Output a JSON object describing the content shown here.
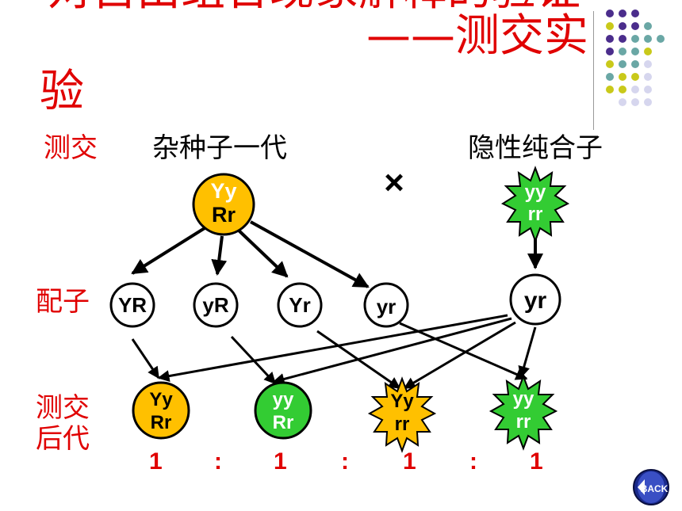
{
  "title": {
    "top_partial": "对自由组合现象解释的验证",
    "line1": "——测交实",
    "line2": "验"
  },
  "labels": {
    "testcross": "测交",
    "hybrid_f1": "杂种子一代",
    "recessive_pure": "隐性纯合子",
    "cross_symbol": "×",
    "gametes": "配子",
    "offspring": "测交\n后代"
  },
  "parents": {
    "f1": {
      "line1": "Yy",
      "line2": "Rr",
      "color": "#ffc000"
    },
    "recessive": {
      "line1": "yy",
      "line2": "rr",
      "color": "#33cc33"
    }
  },
  "gametes": {
    "f1": [
      "YR",
      "yR",
      "Yr",
      "yr"
    ],
    "recessive": "yr"
  },
  "offspring": [
    {
      "line1": "Yy",
      "line2": "Rr",
      "color": "#ffc000",
      "shape": "circle"
    },
    {
      "line1": "yy",
      "line2": "Rr",
      "color": "#33cc33",
      "shape": "circle"
    },
    {
      "line1": "Yy",
      "line2": "rr",
      "color": "#ffc000",
      "shape": "star"
    },
    {
      "line1": "yy",
      "line2": "rr",
      "color": "#33cc33",
      "shape": "star"
    }
  ],
  "ratio": [
    "1",
    ":",
    "1",
    ":",
    "1",
    ":",
    "1"
  ],
  "nav": {
    "back_label": "BACK"
  },
  "colors": {
    "title_red": "#e00000",
    "dot_purple": "#4b2d8c",
    "dot_teal": "#6aa7a5",
    "dot_yellow": "#c9c91a",
    "dot_lavender": "#d6d6ee"
  }
}
